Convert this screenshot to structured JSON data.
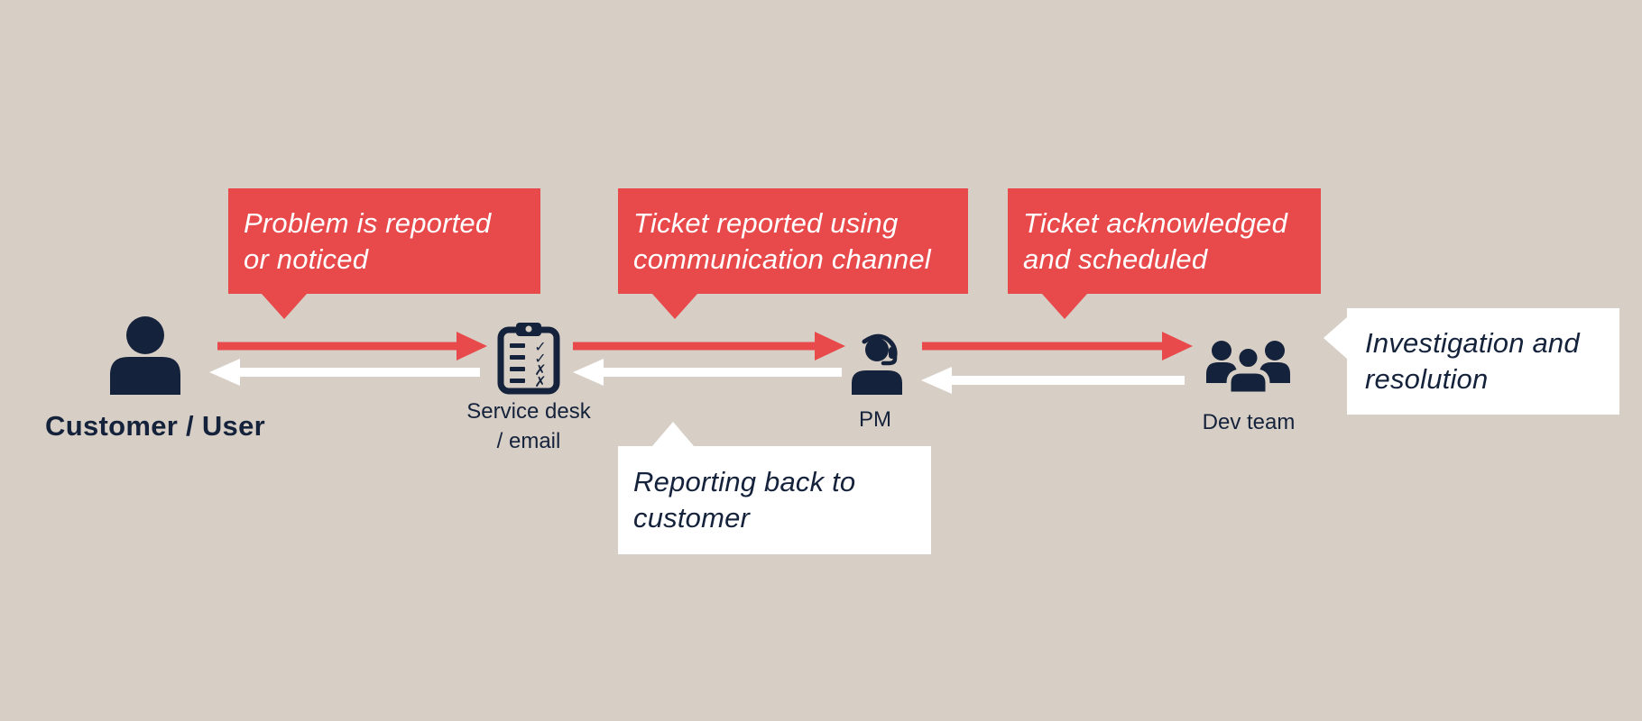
{
  "diagram": {
    "colors": {
      "background": "#d7cfc5",
      "accent_red": "#e8494b",
      "ink_navy": "#15223b",
      "callout_white": "#ffffff"
    },
    "actors": {
      "customer": {
        "label": "Customer / User",
        "icon": "person-icon"
      },
      "service_desk": {
        "label_line1": "Service desk",
        "label_line2": "/ email",
        "icon": "clipboard-checklist-icon"
      },
      "pm": {
        "label": "PM",
        "icon": "headset-agent-icon"
      },
      "dev_team": {
        "label": "Dev team",
        "icon": "people-group-icon"
      }
    },
    "red_callouts": [
      {
        "line1": "Problem is reported",
        "line2": "or noticed"
      },
      {
        "line1": "Ticket reported using",
        "line2": "communication channel"
      },
      {
        "line1": "Ticket acknowledged",
        "line2": "and scheduled"
      }
    ],
    "white_callouts": [
      {
        "line1": "Reporting back to",
        "line2": "customer"
      },
      {
        "line1": "Investigation and",
        "line2": "resolution"
      }
    ],
    "arrows": [
      {
        "from": "customer",
        "to": "service_desk",
        "color": "red",
        "direction": "right"
      },
      {
        "from": "service_desk",
        "to": "customer",
        "color": "white",
        "direction": "left"
      },
      {
        "from": "service_desk",
        "to": "pm",
        "color": "red",
        "direction": "right"
      },
      {
        "from": "pm",
        "to": "service_desk",
        "color": "white",
        "direction": "left"
      },
      {
        "from": "pm",
        "to": "dev_team",
        "color": "red",
        "direction": "right"
      },
      {
        "from": "dev_team",
        "to": "pm",
        "color": "white",
        "direction": "left"
      }
    ]
  }
}
